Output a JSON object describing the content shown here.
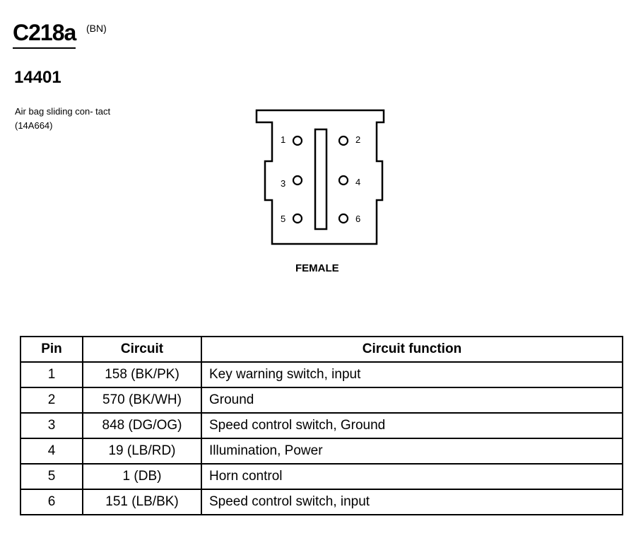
{
  "header": {
    "connector_id": "C218a",
    "color_code": "(BN)",
    "part_number": "14401",
    "description": "Air bag sliding con- tact (14A664)"
  },
  "connector_diagram": {
    "gender_label": "FEMALE",
    "pins": [
      {
        "number": "1"
      },
      {
        "number": "2"
      },
      {
        "number": "3"
      },
      {
        "number": "4"
      },
      {
        "number": "5"
      },
      {
        "number": "6"
      }
    ]
  },
  "table": {
    "headers": [
      "Pin",
      "Circuit",
      "Circuit function"
    ],
    "rows": [
      {
        "pin": "1",
        "circuit": "158 (BK/PK)",
        "function": "Key warning switch, input"
      },
      {
        "pin": "2",
        "circuit": "570 (BK/WH)",
        "function": "Ground"
      },
      {
        "pin": "3",
        "circuit": "848 (DG/OG)",
        "function": "Speed control switch, Ground"
      },
      {
        "pin": "4",
        "circuit": "19 (LB/RD)",
        "function": "Illumination, Power"
      },
      {
        "pin": "5",
        "circuit": "1 (DB)",
        "function": "Horn  control"
      },
      {
        "pin": "6",
        "circuit": "151 (LB/BK)",
        "function": "Speed control switch, input"
      }
    ]
  }
}
